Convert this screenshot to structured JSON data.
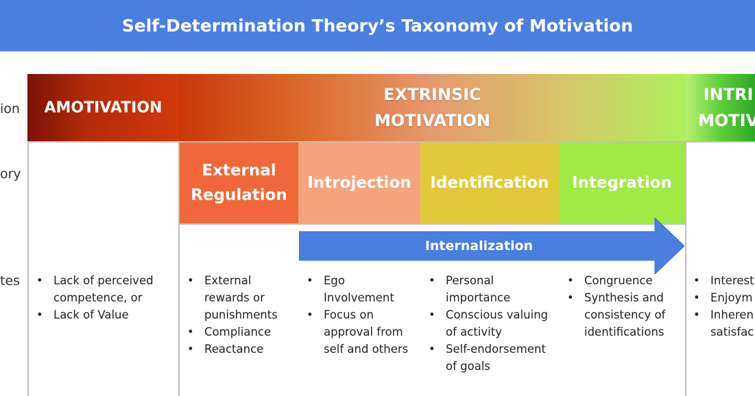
{
  "title": "Self-Determination Theory’s Taxonomy of Motivation",
  "row_labels": [
    "ion",
    "ory",
    "tes"
  ],
  "motivation": {
    "amotivation": "AMOTIVATION",
    "extrinsic_line1": "EXTRINSIC",
    "extrinsic_line2": "MOTIVATION",
    "intrinsic_line1": "INTRI",
    "intrinsic_line2": "MOTIV"
  },
  "regulations": [
    {
      "line1": "External",
      "line2": "Regulation"
    },
    {
      "line1": "Introjection",
      "line2": ""
    },
    {
      "line1": "Identification",
      "line2": ""
    },
    {
      "line1": "Integration",
      "line2": ""
    }
  ],
  "internalization_label": "Internalization",
  "processes": {
    "amotivation": [
      "Lack of perceived competence, or",
      "Lack of Value"
    ],
    "external": [
      "External rewards or punishments",
      "Compliance",
      "Reactance"
    ],
    "introjection": [
      "Ego Involvement",
      "Focus on approval from self and others"
    ],
    "identification": [
      "Personal importance",
      "Conscious valuing of activity",
      "Self-endorsement of goals"
    ],
    "integration": [
      "Congruence",
      "Synthesis and consistency of identifications"
    ],
    "intrinsic": [
      "Interest",
      "Enjoym",
      "Inheren",
      "satisfac"
    ]
  },
  "colors": {
    "title_bar": "#4a7fe0",
    "external_regulation": "#f0683a",
    "introjection": "#f5a57d",
    "identification": "#e2c93a",
    "integration": "#9fea45",
    "arrow": "#4a7fe0"
  }
}
